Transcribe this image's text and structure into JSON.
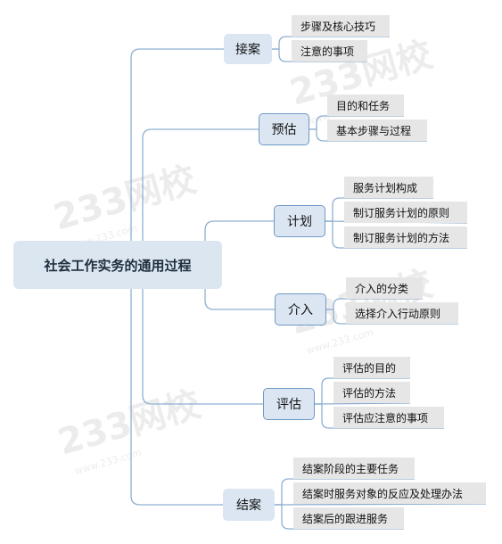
{
  "root": {
    "label": "社会工作实务的通用过程"
  },
  "branches": [
    {
      "label": "接案",
      "children": [
        "步骤及核心技巧",
        "注意的事项"
      ]
    },
    {
      "label": "预估",
      "children": [
        "目的和任务",
        "基本步骤与过程"
      ]
    },
    {
      "label": "计划",
      "children": [
        "服务计划构成",
        "制订服务计划的原则",
        "制订服务计划的方法"
      ]
    },
    {
      "label": "介入",
      "children": [
        "介入的分类",
        "选择介入行动原则"
      ]
    },
    {
      "label": "评估",
      "children": [
        "评估的目的",
        "评估的方法",
        "评估应注意的事项"
      ]
    },
    {
      "label": "结案",
      "children": [
        "结案阶段的主要任务",
        "结案时服务对象的反应及处理办法",
        "结案后的跟进服务"
      ]
    }
  ],
  "watermark": {
    "brand": "233网校",
    "url": "www.233.com"
  },
  "colors": {
    "connector": "#8fb0d0",
    "branch_fill": "#dce6f2",
    "branch_border": "#6f99c4",
    "leaf_fill": "#e6e6e6",
    "root_fill": "#dce6f0"
  }
}
